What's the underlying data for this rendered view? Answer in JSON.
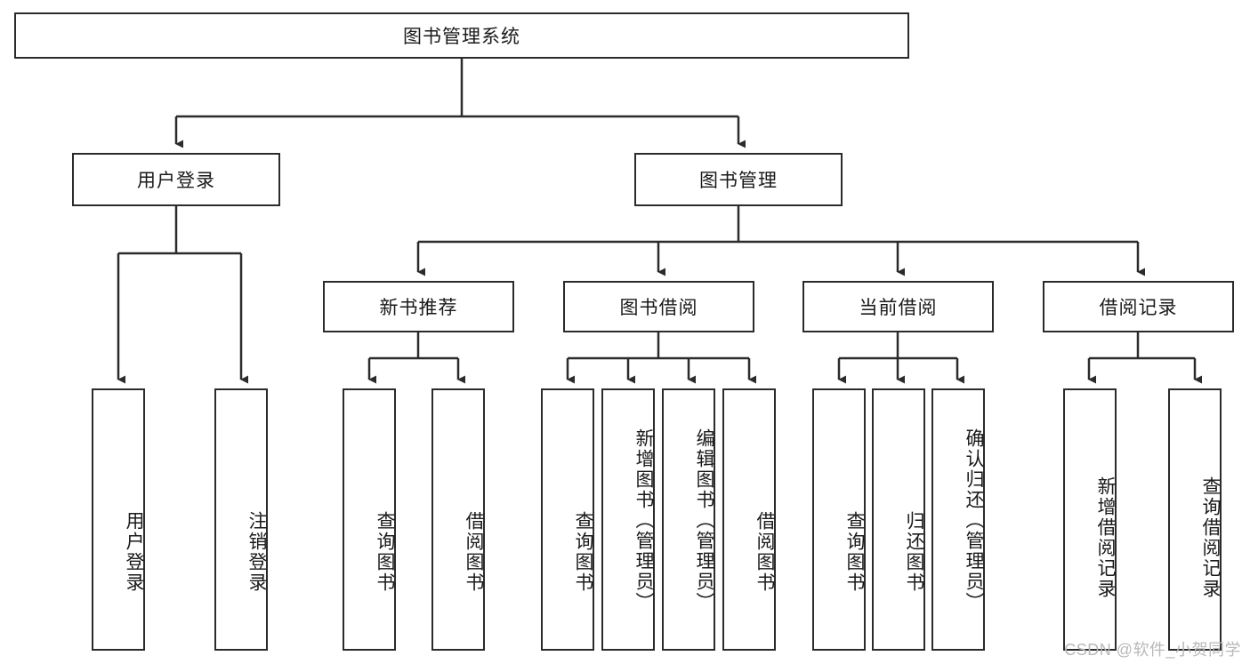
{
  "diagram": {
    "title": "图书管理系统",
    "watermark": "CSDN @软件_小贺同学",
    "nodes": {
      "root": {
        "label": "图书管理系统"
      },
      "user_login": {
        "label": "用户登录"
      },
      "book_mgmt": {
        "label": "图书管理"
      },
      "new_book_rec": {
        "label": "新书推荐"
      },
      "book_borrow": {
        "label": "图书借阅"
      },
      "current_borrow": {
        "label": "当前借阅"
      },
      "borrow_record": {
        "label": "借阅记录"
      },
      "leaf_user_login": {
        "label": "用户登录"
      },
      "leaf_user_logout": {
        "label": "注销登录"
      },
      "leaf_query_book_1": {
        "label": "查询图书"
      },
      "leaf_borrow_book_1": {
        "label": "借阅图书"
      },
      "leaf_query_book_2": {
        "label": "查询图书"
      },
      "leaf_add_book_admin": {
        "label": "新增图书（管理员）"
      },
      "leaf_edit_book_admin": {
        "label": "编辑图书（管理员）"
      },
      "leaf_borrow_book_2": {
        "label": "借阅图书"
      },
      "leaf_query_book_3": {
        "label": "查询图书"
      },
      "leaf_return_book": {
        "label": "归还图书"
      },
      "leaf_confirm_return_admin": {
        "label": "确认归还（管理员）"
      },
      "leaf_add_borrow_record": {
        "label": "新增借阅记录"
      },
      "leaf_query_borrow_record": {
        "label": "查询借阅记录"
      }
    },
    "colors": {
      "stroke": "#2b2b2b",
      "fill": "#ffffff",
      "text": "#1a1a1a",
      "watermark": "#b8b8b8"
    }
  }
}
